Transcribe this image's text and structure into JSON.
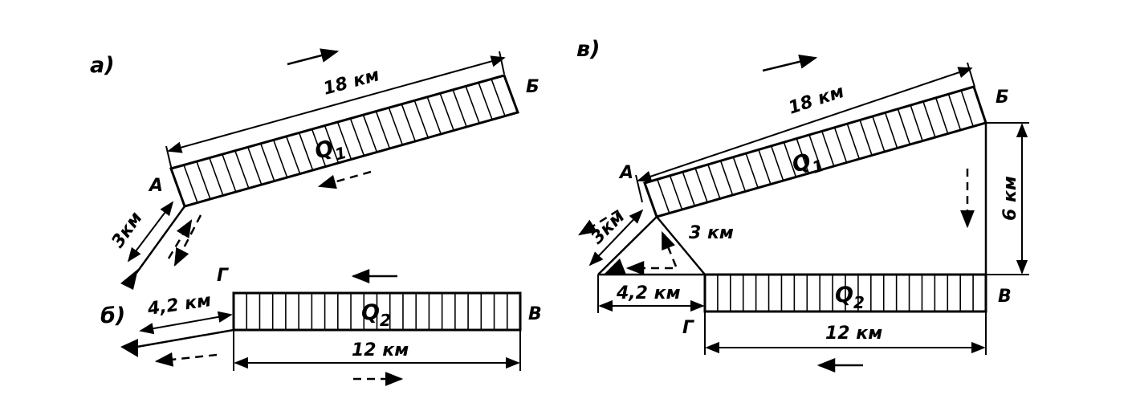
{
  "panel_a": {
    "label": "а)",
    "segment_main": {
      "length": "18 км",
      "flow": "Q",
      "flow_sub": "1"
    },
    "segment_spur": {
      "length": "3км"
    },
    "point_a": "А",
    "point_b": "Б"
  },
  "panel_b": {
    "label": "б)",
    "segment_spur": {
      "length": "4,2 км"
    },
    "segment_main": {
      "length": "12 км",
      "flow": "Q",
      "flow_sub": "2"
    },
    "point_g": "Г",
    "point_v": "В"
  },
  "panel_v": {
    "label": "в)",
    "segment_top": {
      "length": "18 км",
      "flow": "Q",
      "flow_sub": "1"
    },
    "segment_right": {
      "length": "6 км"
    },
    "segment_diag_left": {
      "length": "3км"
    },
    "segment_diag_right": {
      "length": "3 км"
    },
    "segment_left_bottom": {
      "length": "4,2 км"
    },
    "segment_bottom": {
      "length": "12 км",
      "flow": "Q",
      "flow_sub": "2"
    },
    "point_a": "А",
    "point_b": "Б",
    "point_v": "В",
    "point_g": "Г"
  }
}
